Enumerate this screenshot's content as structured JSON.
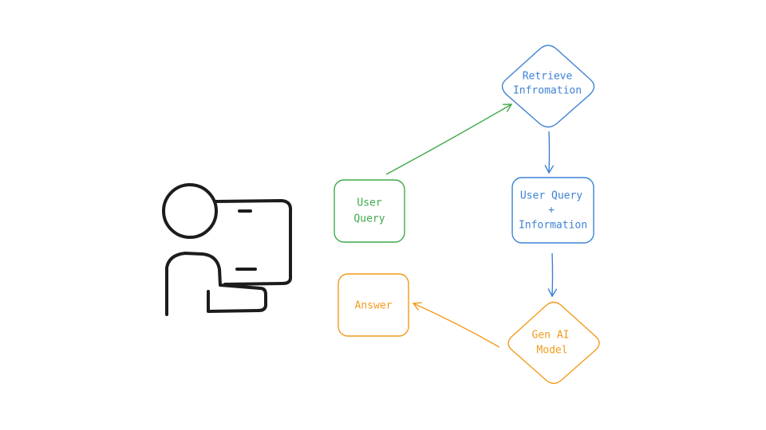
{
  "colors": {
    "green": "#3faa4a",
    "blue": "#3d82d4",
    "orange": "#f29b1c",
    "ink": "#1c1c1c",
    "background": "#ffffff"
  },
  "nodes": {
    "user_query": {
      "line1": "User",
      "line2": "Query"
    },
    "retrieve": {
      "line1": "Retrieve",
      "line2": "Infromation"
    },
    "combined": {
      "line1": "User Query",
      "line2": "+",
      "line3": "Information"
    },
    "gen_ai": {
      "line1": "Gen AI",
      "line2": "Model"
    },
    "answer": {
      "line1": "Answer"
    }
  },
  "icons": {
    "person": "person-at-computer-icon"
  }
}
